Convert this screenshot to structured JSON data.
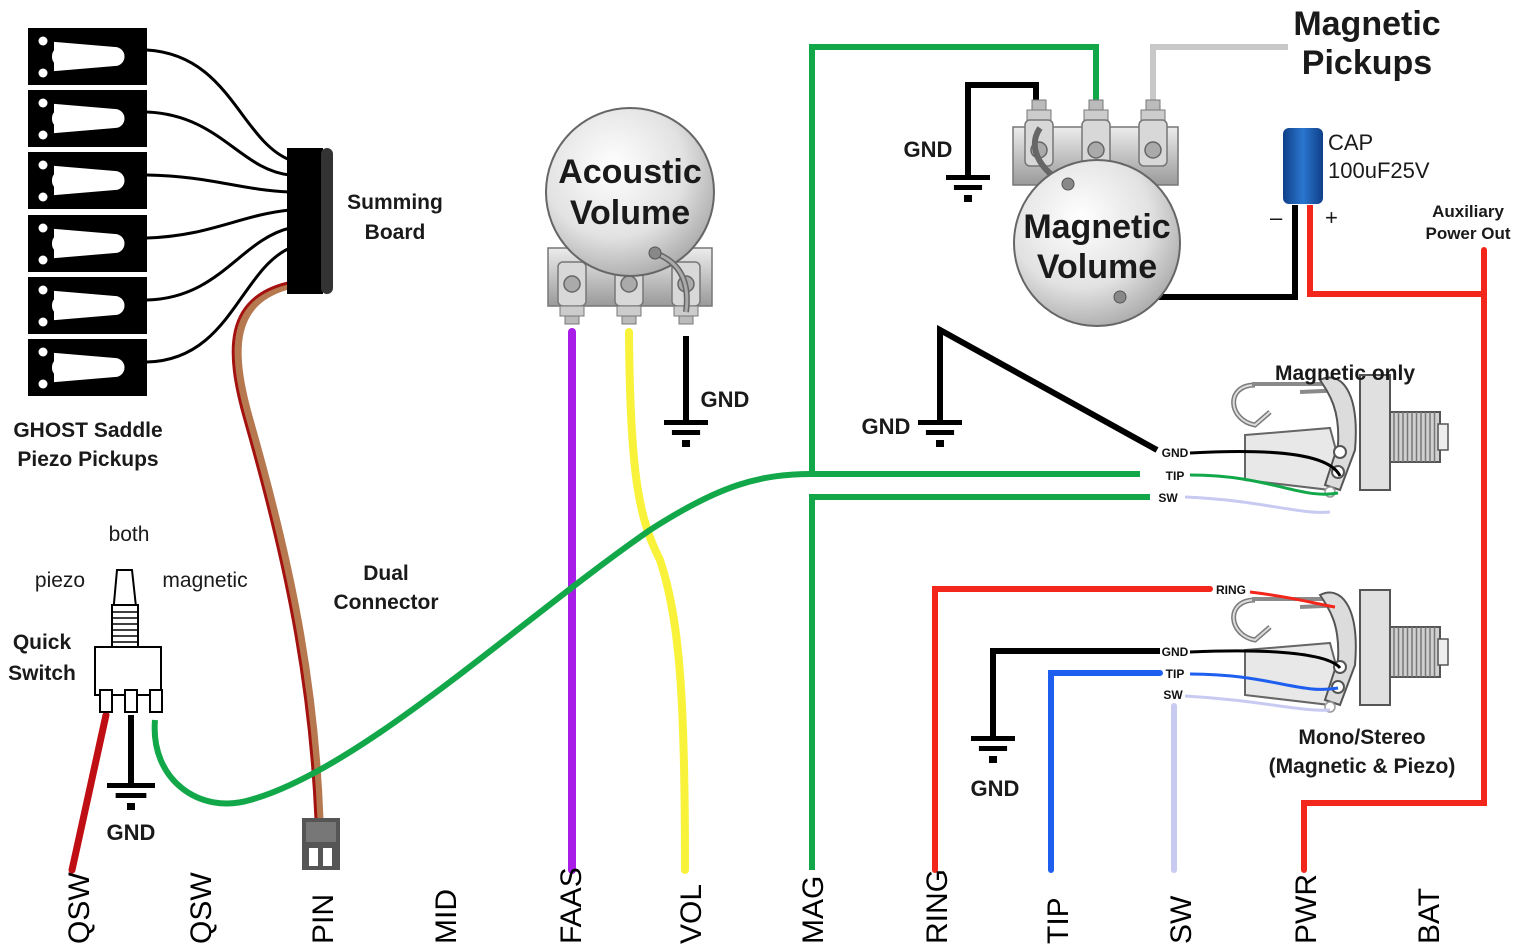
{
  "title": "Magnetic Pickups",
  "labels": {
    "summing_board": [
      "Summing",
      "Board"
    ],
    "ghost": [
      "GHOST Saddle",
      "Piezo Pickups"
    ],
    "dual_connector": [
      "Dual",
      "Connector"
    ],
    "acoustic_volume": [
      "Acoustic",
      "Volume"
    ],
    "magnetic_volume": [
      "Magnetic",
      "Volume"
    ],
    "magnetic_pickups": [
      "Magnetic",
      "Pickups"
    ],
    "cap": [
      "CAP",
      "100uF25V"
    ],
    "cap_minus": "–",
    "cap_plus": "+",
    "aux": [
      "Auxiliary",
      "Power Out"
    ],
    "magnetic_only": "Magnetic only",
    "mono_stereo": [
      "Mono/Stereo",
      "(Magnetic & Piezo)"
    ],
    "quick_switch": [
      "Quick",
      "Switch"
    ],
    "switch_both": "both",
    "switch_piezo": "piezo",
    "switch_magnetic": "magnetic",
    "gnd": "GND"
  },
  "jack1_terms": [
    "GND",
    "TIP",
    "SW"
  ],
  "jack2_terms": [
    "RING",
    "GND",
    "TIP",
    "SW"
  ],
  "bottom_pins": [
    "QSW",
    "QSW",
    "PIN",
    "MID",
    "FAAS",
    "VOL",
    "MAG",
    "RING",
    "TIP",
    "SW",
    "PWR",
    "BAT"
  ],
  "colors": {
    "green": "#12a84a",
    "red": "#f2261b",
    "darkred": "#c00f14",
    "black": "#000000",
    "purple": "#a81ee8",
    "yellow": "#f8f23a",
    "blue": "#1f5ff0",
    "lavender": "#c8caf2",
    "gray": "#c8c8c8",
    "brown": "#b6784f",
    "cap_blue": "#1d5cb3"
  }
}
